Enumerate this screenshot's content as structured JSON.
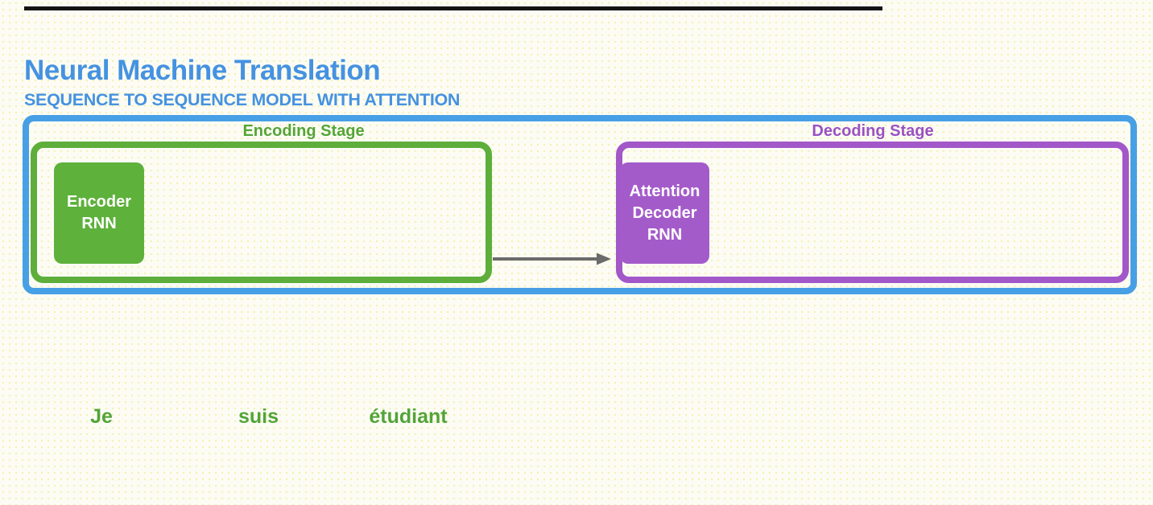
{
  "header": {
    "title": "Neural Machine Translation",
    "subtitle": "SEQUENCE TO SEQUENCE MODEL WITH ATTENTION"
  },
  "diagram": {
    "encoding_stage": {
      "label": "Encoding Stage",
      "block": {
        "line1": "Encoder",
        "line2": "RNN"
      }
    },
    "decoding_stage": {
      "label": "Decoding Stage",
      "block": {
        "line1": "Attention",
        "line2": "Decoder",
        "line3": "RNN"
      }
    }
  },
  "input_sentence": {
    "words": [
      "Je",
      "suis",
      "étudiant"
    ]
  },
  "colors": {
    "title_blue": "#4592e1",
    "frame_blue": "#47a0e5",
    "encoder_green": "#5eb13b",
    "encoding_border_green": "#5dae3b",
    "decoder_purple": "#a45bca",
    "decoding_border_purple": "#a258c8",
    "word_green": "#53a439",
    "arrow_gray": "#6b6b6b",
    "top_bar_black": "#141414"
  }
}
